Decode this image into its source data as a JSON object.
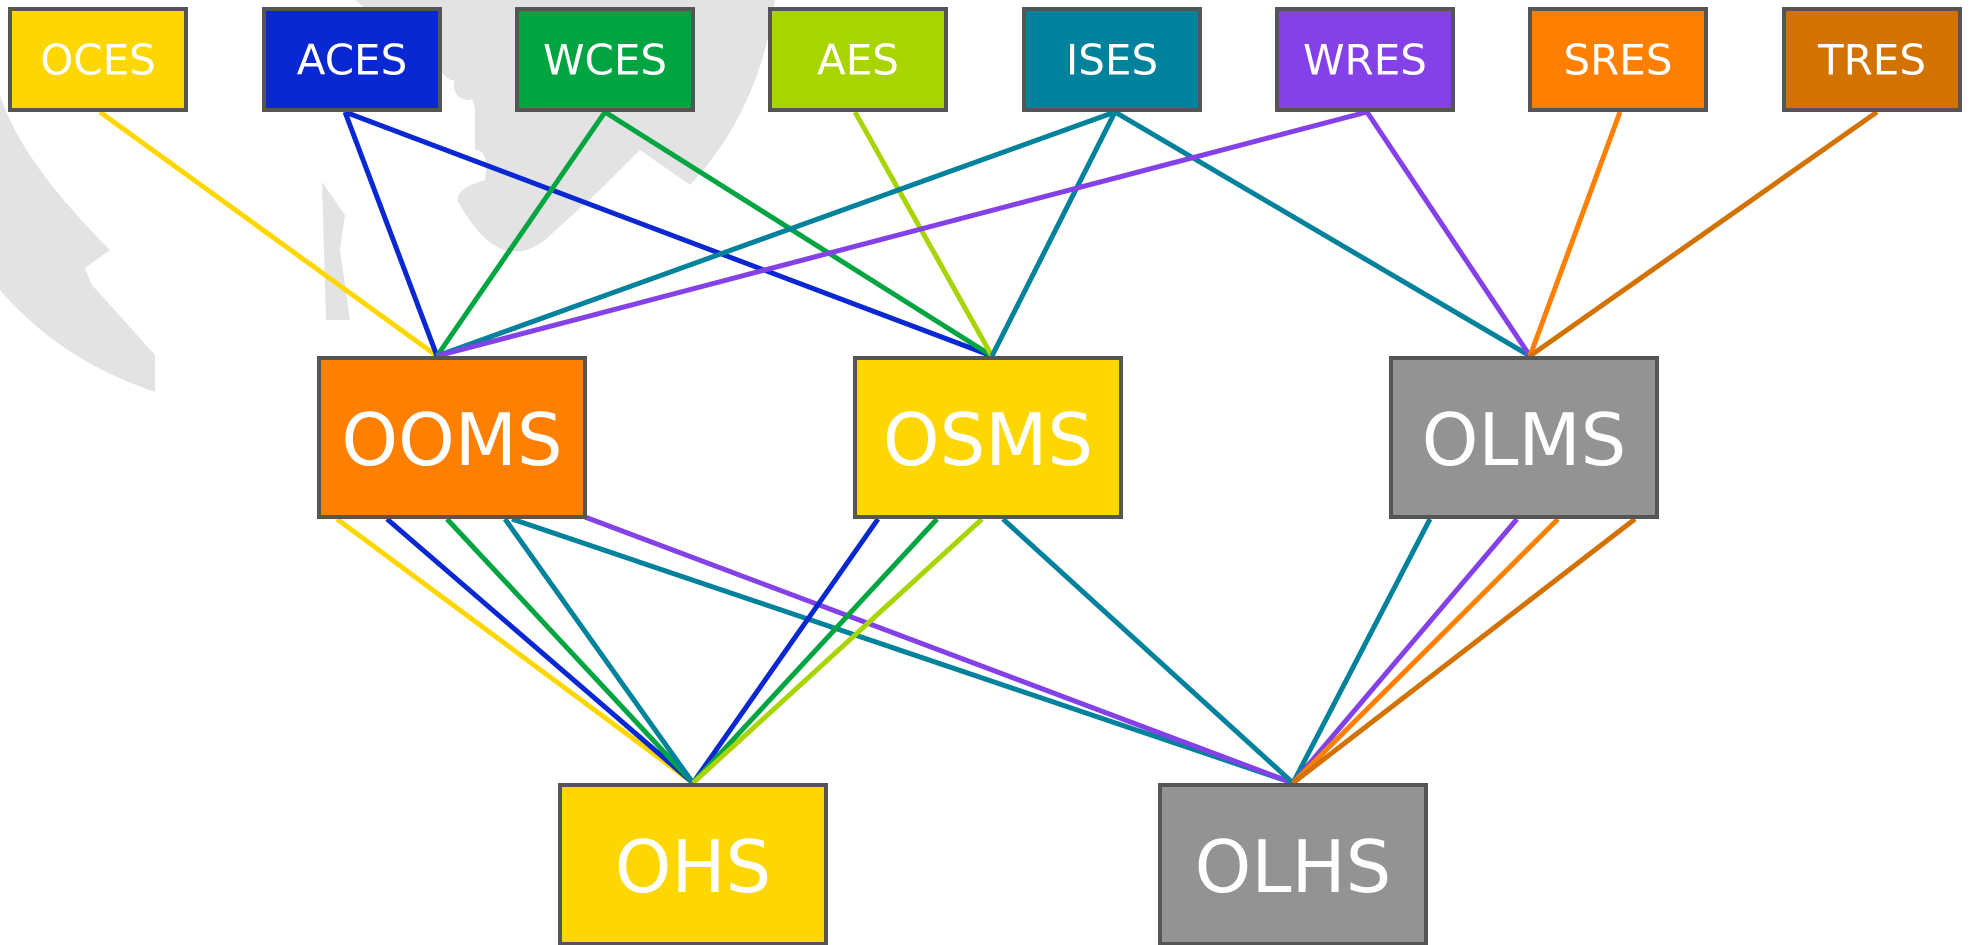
{
  "nodes": {
    "OCES": {
      "label": "OCES",
      "color": "#FFD700"
    },
    "ACES": {
      "label": "ACES",
      "color": "#0A28D2"
    },
    "WCES": {
      "label": "WCES",
      "color": "#00A541"
    },
    "AES": {
      "label": "AES",
      "color": "#A8D400"
    },
    "ISES": {
      "label": "ISES",
      "color": "#00829C"
    },
    "WRES": {
      "label": "WRES",
      "color": "#8441E8"
    },
    "SRES": {
      "label": "SRES",
      "color": "#FF7F00"
    },
    "TRES": {
      "label": "TRES",
      "color": "#D27200"
    },
    "OOMS": {
      "label": "OOMS",
      "color": "#FF7F00"
    },
    "OSMS": {
      "label": "OSMS",
      "color": "#FFD700"
    },
    "OLMS": {
      "label": "OLMS",
      "color": "#939393"
    },
    "OHS": {
      "label": "OHS",
      "color": "#FFD700"
    },
    "OLHS": {
      "label": "OLHS",
      "color": "#939393"
    }
  },
  "edges": [
    {
      "from": "OCES",
      "to": "OOMS",
      "color": "#FFD700"
    },
    {
      "from": "ACES",
      "to": "OOMS",
      "color": "#0A28D2"
    },
    {
      "from": "ACES",
      "to": "OSMS",
      "color": "#0A28D2"
    },
    {
      "from": "WCES",
      "to": "OOMS",
      "color": "#00A541"
    },
    {
      "from": "WCES",
      "to": "OSMS",
      "color": "#00A541"
    },
    {
      "from": "AES",
      "to": "OSMS",
      "color": "#A8D400"
    },
    {
      "from": "ISES",
      "to": "OOMS",
      "color": "#00829C"
    },
    {
      "from": "ISES",
      "to": "OSMS",
      "color": "#00829C"
    },
    {
      "from": "ISES",
      "to": "OLMS",
      "color": "#00829C"
    },
    {
      "from": "WRES",
      "to": "OOMS",
      "color": "#8441E8"
    },
    {
      "from": "WRES",
      "to": "OLMS",
      "color": "#8441E8"
    },
    {
      "from": "SRES",
      "to": "OLMS",
      "color": "#FF7F00"
    },
    {
      "from": "TRES",
      "to": "OLMS",
      "color": "#D27200"
    },
    {
      "from": "OOMS",
      "to": "OHS",
      "color": "#FFD700"
    },
    {
      "from": "OOMS",
      "to": "OHS",
      "color": "#0A28D2"
    },
    {
      "from": "OOMS",
      "to": "OHS",
      "color": "#00A541"
    },
    {
      "from": "OOMS",
      "to": "OHS",
      "color": "#00829C"
    },
    {
      "from": "OOMS",
      "to": "OLHS",
      "color": "#00829C"
    },
    {
      "from": "OOMS",
      "to": "OLHS",
      "color": "#8441E8"
    },
    {
      "from": "OSMS",
      "to": "OHS",
      "color": "#0A28D2"
    },
    {
      "from": "OSMS",
      "to": "OHS",
      "color": "#00A541"
    },
    {
      "from": "OSMS",
      "to": "OHS",
      "color": "#A8D400"
    },
    {
      "from": "OSMS",
      "to": "OLHS",
      "color": "#00829C"
    },
    {
      "from": "OLMS",
      "to": "OLHS",
      "color": "#00829C"
    },
    {
      "from": "OLMS",
      "to": "OLHS",
      "color": "#8441E8"
    },
    {
      "from": "OLMS",
      "to": "OLHS",
      "color": "#FF7F00"
    },
    {
      "from": "OLMS",
      "to": "OLHS",
      "color": "#D27200"
    }
  ]
}
